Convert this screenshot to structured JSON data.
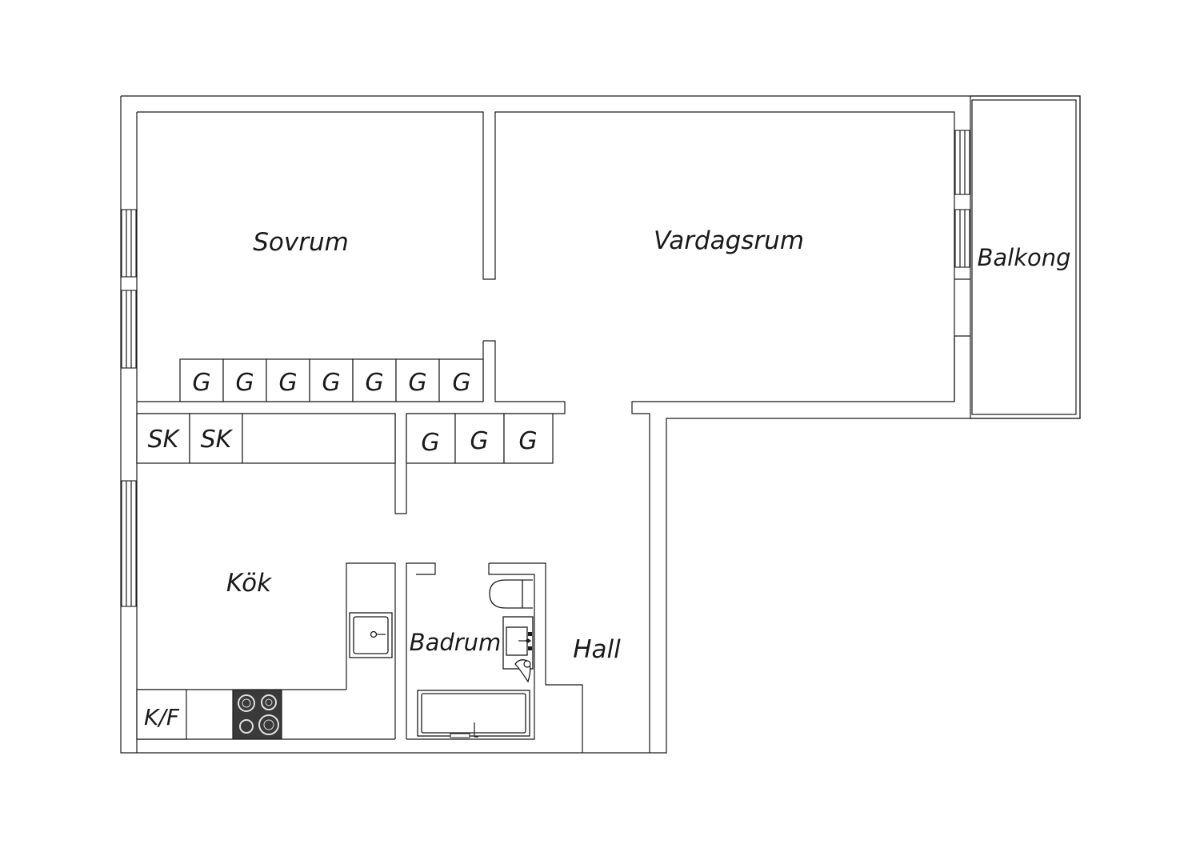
{
  "rooms": {
    "sovrum": "Sovrum",
    "vardagsrum": "Vardagsrum",
    "balkong": "Balkong",
    "kok": "Kök",
    "badrum": "Badrum",
    "hall": "Hall"
  },
  "labels": {
    "wardrobe": "G",
    "closet": "SK",
    "fridge_freezer": "K/F"
  },
  "icons": {
    "stove": "stove-icon",
    "kitchen_sink": "kitchen-sink-icon",
    "bathtub": "bathtub-icon",
    "toilet": "toilet-icon",
    "washbasin": "washbasin-icon"
  },
  "colors": {
    "line": "#1a1a1a",
    "stove_fill": "#3a3a3a"
  }
}
